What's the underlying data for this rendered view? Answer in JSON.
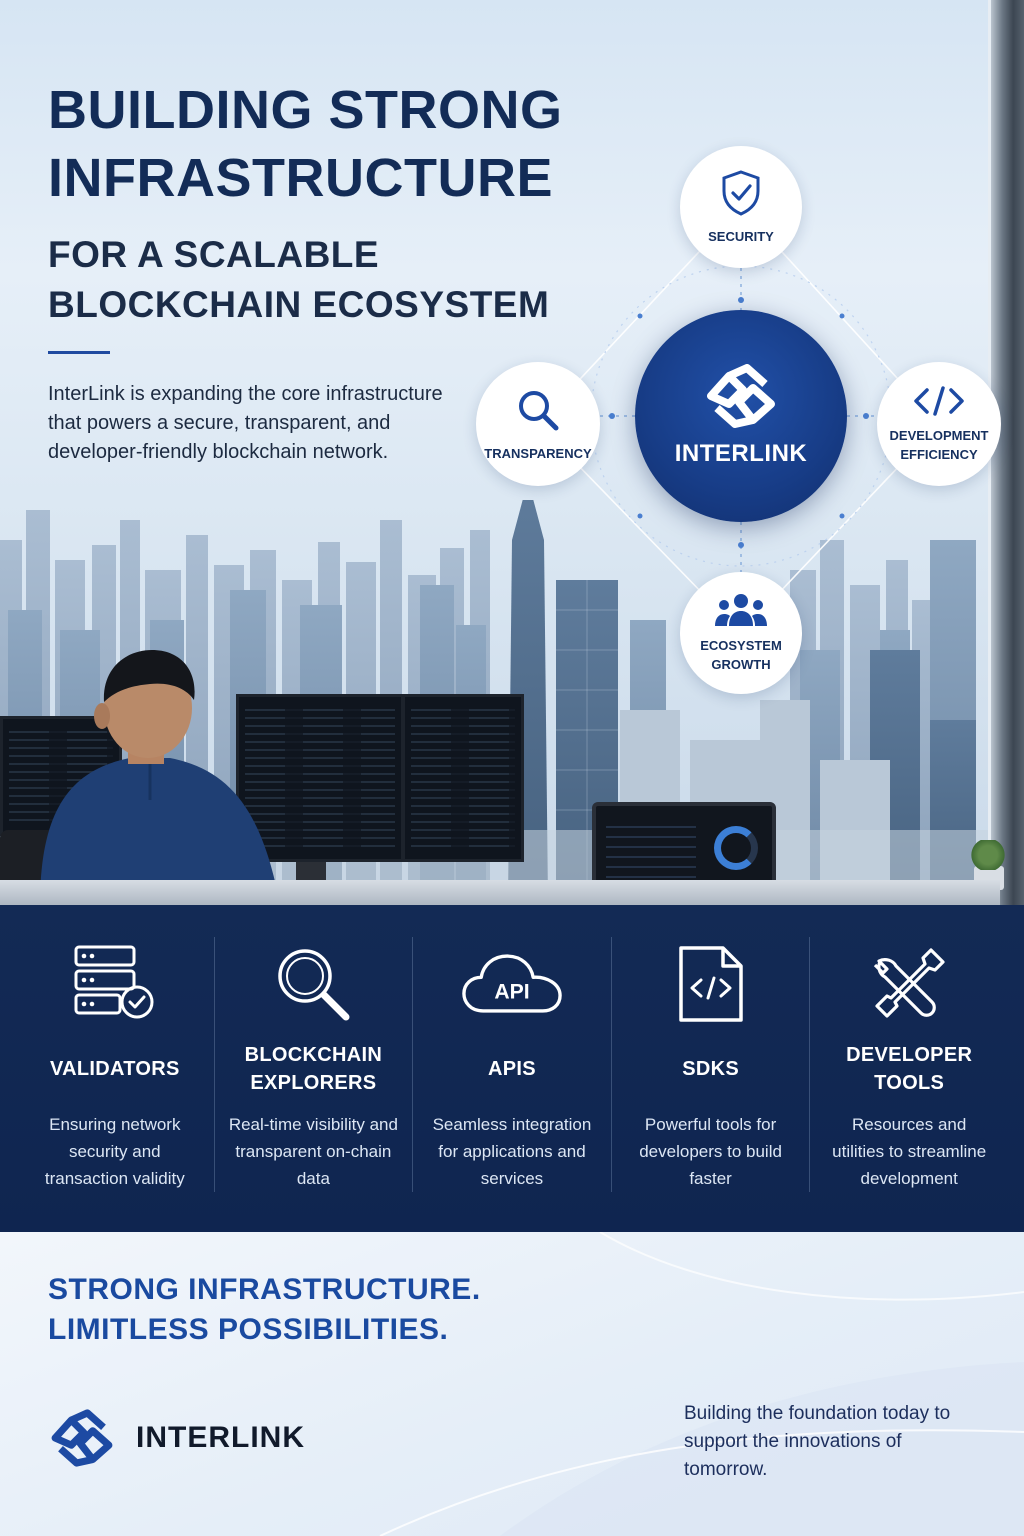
{
  "hero": {
    "headline_line1": "BUILDING STRONG",
    "headline_line2": "INFRASTRUCTURE",
    "sub_line1": "FOR A SCALABLE",
    "sub_line2": "BLOCKCHAIN ECOSYSTEM",
    "intro": "InterLink is expanding the core infrastructure that powers a secure, transparent, and developer-friendly blockchain network."
  },
  "diagram": {
    "center": "INTERLINK",
    "security": "SECURITY",
    "transparency": "TRANSPARENCY",
    "dev_line1": "DEVELOPMENT",
    "dev_line2": "EFFICIENCY",
    "eco_line1": "ECOSYSTEM",
    "eco_line2": "GROWTH",
    "icons": [
      "shield-check-icon",
      "magnifier-icon",
      "code-brackets-icon",
      "people-icon",
      "interlink-logo"
    ]
  },
  "features": [
    {
      "title_line1": "VALIDATORS",
      "title_line2": "",
      "desc": "Ensuring network security and transaction validity",
      "icon": "server-check-icon"
    },
    {
      "title_line1": "BLOCKCHAIN",
      "title_line2": "EXPLORERS",
      "desc": "Real-time visibility and transparent on-chain data",
      "icon": "magnifier-icon"
    },
    {
      "title_line1": "APIS",
      "title_line2": "",
      "desc": "Seamless integration for applications and services",
      "icon": "cloud-api-icon",
      "icon_text": "API"
    },
    {
      "title_line1": "SDKS",
      "title_line2": "",
      "desc": "Powerful tools for developers to build faster",
      "icon": "code-file-icon"
    },
    {
      "title_line1": "DEVELOPER",
      "title_line2": "TOOLS",
      "desc": "Resources and utilities to streamline development",
      "icon": "wrench-screwdriver-icon"
    }
  ],
  "footer": {
    "tagline_line1": "STRONG INFRASTRUCTURE.",
    "tagline_line2": "LIMITLESS POSSIBILITIES.",
    "brand": "INTERLINK",
    "closing": "Building the foundation today to support the innovations of tomorrow."
  },
  "colors": {
    "navy": "#132a55",
    "accent": "#1a4aa0",
    "white": "#ffffff"
  }
}
